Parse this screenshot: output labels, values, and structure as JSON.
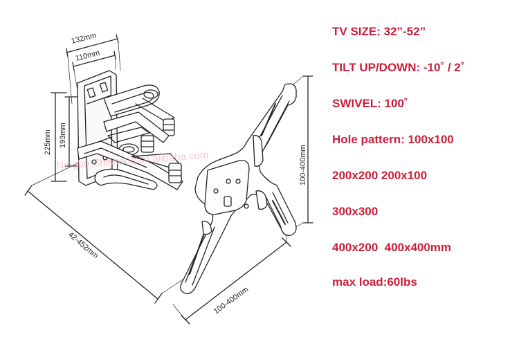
{
  "dimensions": {
    "top_outer": "132mm",
    "top_inner": "110mm",
    "height_outer": "225mm",
    "height_inner": "193mm",
    "extension": "42-452mm",
    "plate_width": "100-400mm",
    "plate_height": "100-400mm"
  },
  "watermark": "Ningbo Chisheng.cn.alibaba.com",
  "specs": [
    "TV SIZE: 32”-52”",
    "TILT UP/DOWN: -10˚ / 2˚",
    "SWIVEL: 100˚",
    "Hole pattern: 100x100",
    "200x200 200x100",
    "300x300",
    "400x200  400x400mm",
    "max load:60lbs"
  ],
  "colors": {
    "spec_text": "#cc1e3a",
    "line": "#222222"
  }
}
